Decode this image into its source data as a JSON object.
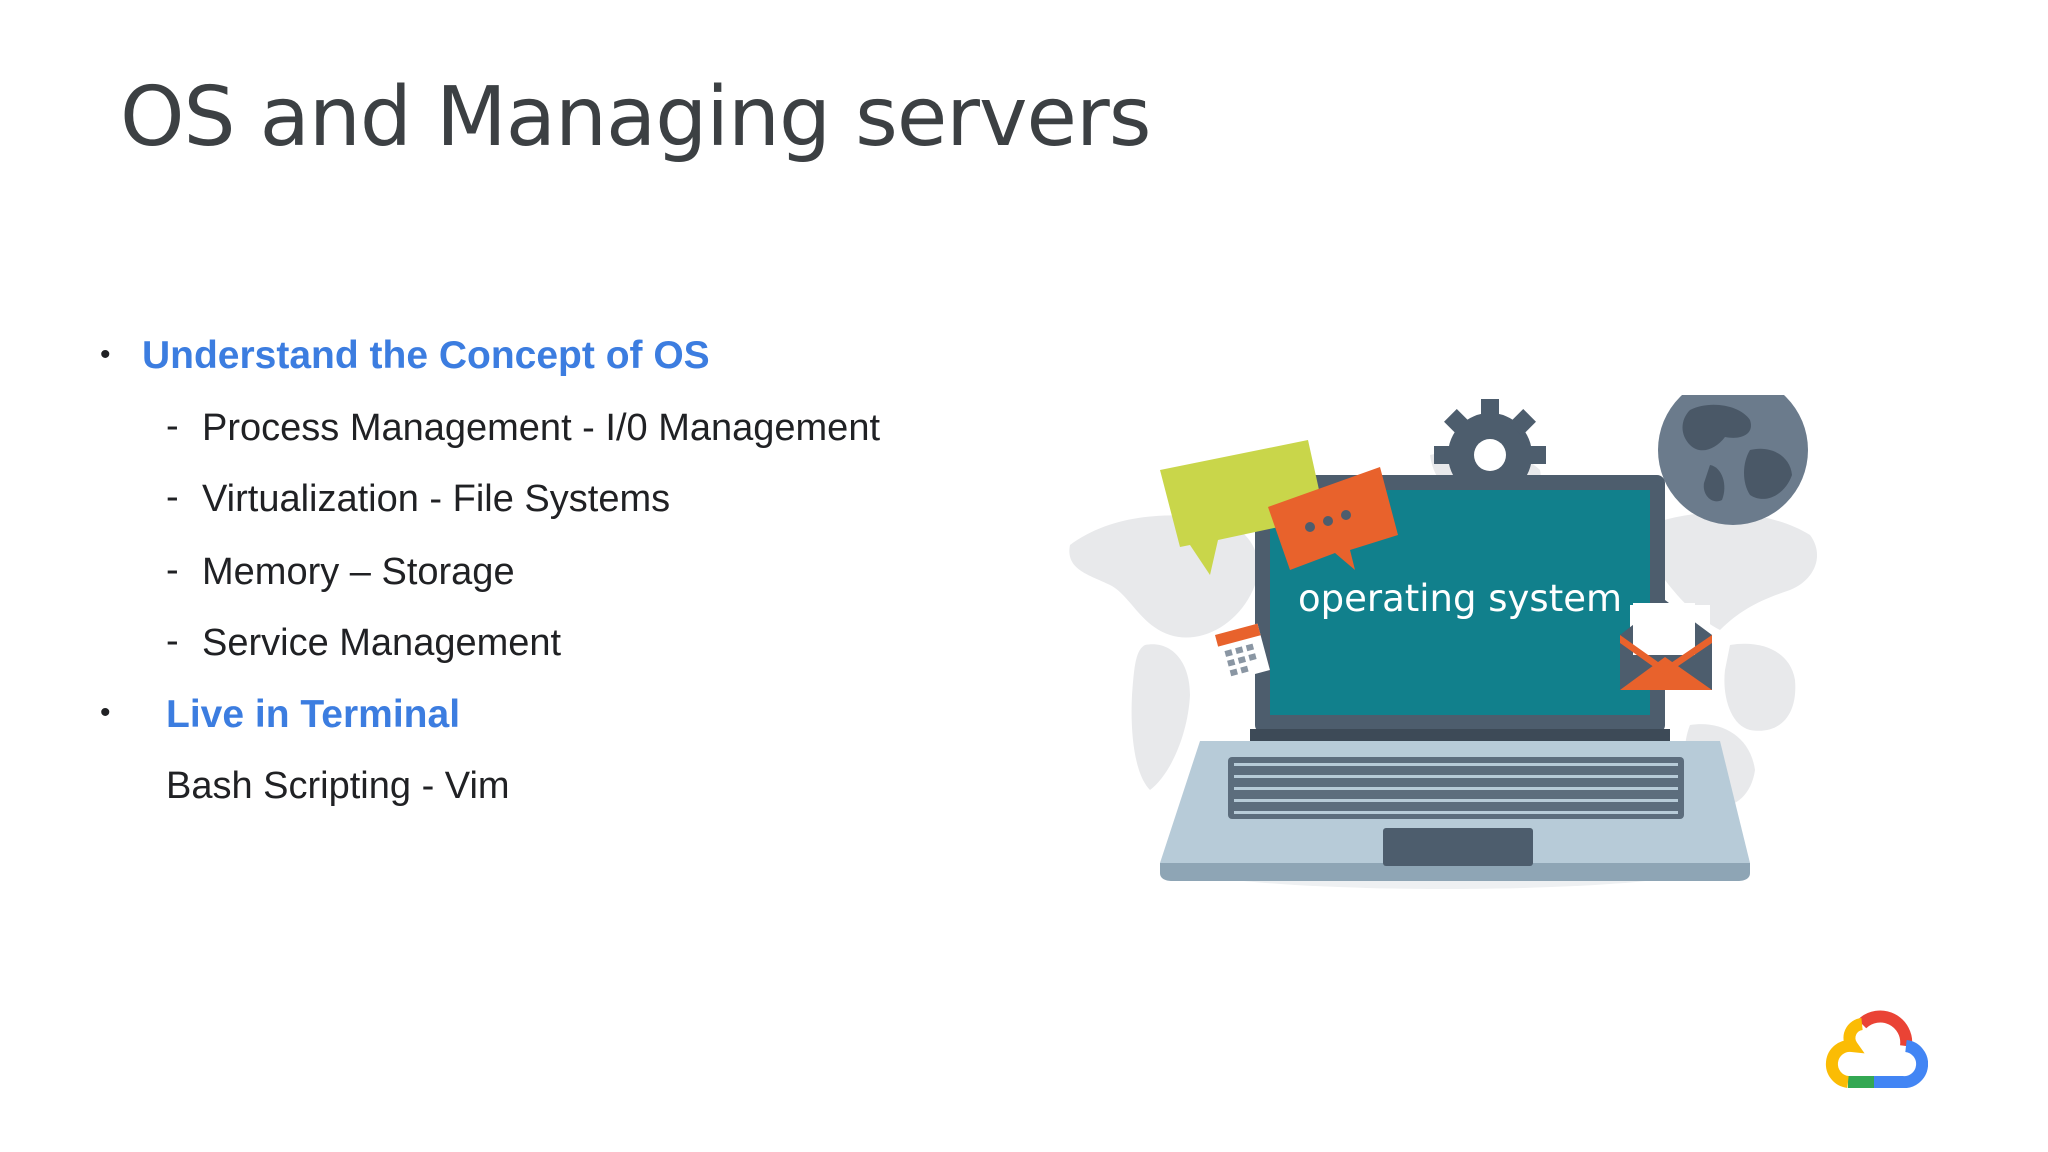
{
  "slide": {
    "title": "OS and Managing servers",
    "bullets": [
      {
        "heading": "Understand the Concept of OS",
        "items": [
          "Process Management - I/0 Management",
          "Virtualization - File Systems",
          "Memory – Storage",
          "Service Management"
        ]
      },
      {
        "heading": "Live in Terminal",
        "items": [
          "Bash Scripting - Vim"
        ]
      }
    ],
    "illustration": {
      "screen_text": "operating system",
      "icons": [
        "chat-bubble-icon",
        "gear-icon",
        "globe-icon",
        "calendar-icon",
        "envelope-icon",
        "laptop-icon"
      ]
    },
    "logo": "google-cloud-logo",
    "colors": {
      "title": "#3c4043",
      "heading": "#3c7de0",
      "body_text": "#202124",
      "screen": "#11808c",
      "laptop_body": "#b7cbd8"
    }
  }
}
